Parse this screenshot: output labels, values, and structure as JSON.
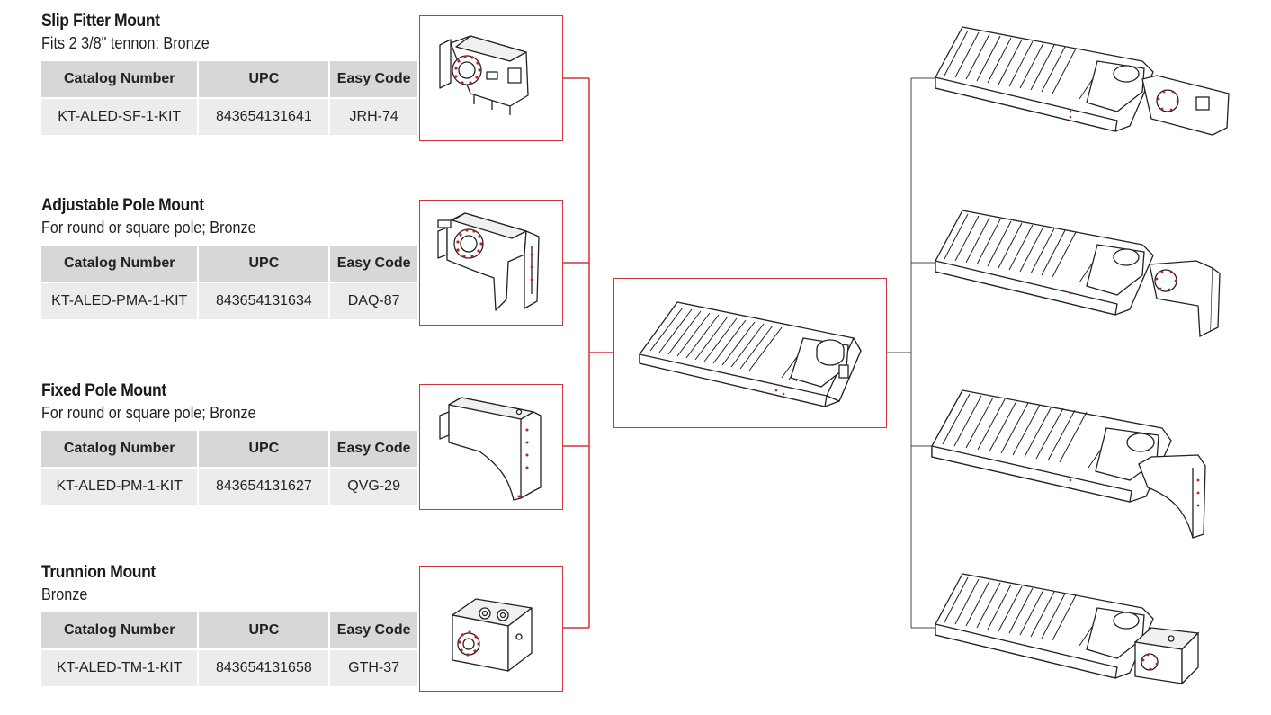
{
  "mounts": [
    {
      "title": "Slip Fitter Mount",
      "subtitle": "Fits 2 3/8\" tennon; Bronze",
      "headers": [
        "Catalog Number",
        "UPC",
        "Easy Code"
      ],
      "row": [
        "KT-ALED-SF-1-KIT",
        "843654131641",
        "JRH-74"
      ]
    },
    {
      "title": "Adjustable Pole Mount",
      "subtitle": "For round or square pole; Bronze",
      "headers": [
        "Catalog Number",
        "UPC",
        "Easy Code"
      ],
      "row": [
        "KT-ALED-PMA-1-KIT",
        "843654131634",
        "DAQ-87"
      ]
    },
    {
      "title": "Fixed Pole Mount",
      "subtitle": "For round or square pole; Bronze",
      "headers": [
        "Catalog Number",
        "UPC",
        "Easy Code"
      ],
      "row": [
        "KT-ALED-PM-1-KIT",
        "843654131627",
        "QVG-29"
      ]
    },
    {
      "title": "Trunnion Mount",
      "subtitle": "Bronze",
      "headers": [
        "Catalog Number",
        "UPC",
        "Easy Code"
      ],
      "row": [
        "KT-ALED-TM-1-KIT",
        "843654131658",
        "GTH-37"
      ]
    }
  ],
  "colors": {
    "accent_red": "#d0343c",
    "header_gray": "#d7d7d9",
    "cell_gray": "#ececee",
    "line_gray": "#444444"
  },
  "icons": {
    "mount_images": [
      "slip-fitter-mount-icon",
      "adjustable-pole-mount-icon",
      "fixed-pole-mount-icon",
      "trunnion-mount-icon"
    ],
    "fixture": "area-light-fixture-icon",
    "results": [
      "fixture-with-slip-fitter-icon",
      "fixture-with-adjustable-mount-icon",
      "fixture-with-fixed-mount-icon",
      "fixture-with-trunnion-icon"
    ]
  }
}
